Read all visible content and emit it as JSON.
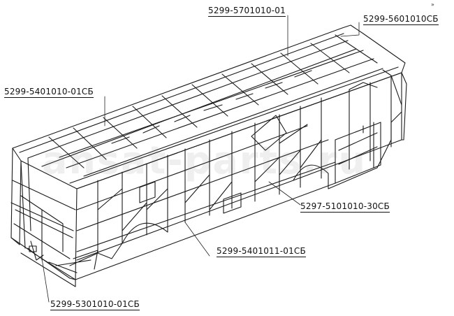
{
  "diagram": {
    "callouts": {
      "roof": "5299-5701010-01",
      "rear": "5299-5601010СБ",
      "left_side": "5299-5401010-01СБ",
      "right_side": "5297-5101010-30СБ",
      "lower_side": "5299-5401011-01СБ",
      "base": "5299-5301010-01СБ"
    },
    "watermark": "ansat-parts.ru",
    "corner_mark": "»"
  }
}
